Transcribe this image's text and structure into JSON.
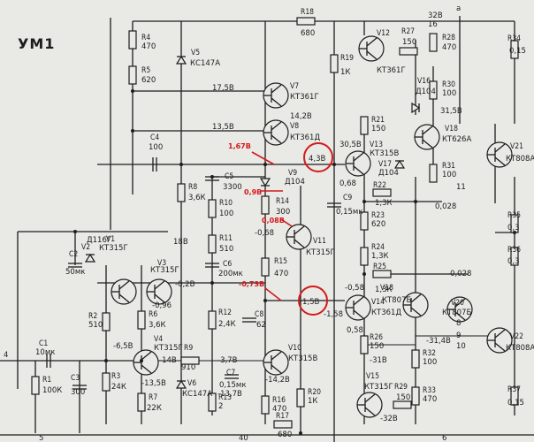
{
  "title": "УМ1",
  "colors": {
    "ink": "#1d1d1d",
    "annotation": "#d21b1b",
    "paper": "#e9e9e6"
  },
  "transistors": [
    {
      "id": "V7",
      "type": "КТ361Г"
    },
    {
      "id": "V8",
      "type": "КТ361Д"
    },
    {
      "id": "V11",
      "type": "КТ315Г"
    },
    {
      "id": "V12",
      "type": "КТ361Г"
    },
    {
      "id": "V13",
      "type": "КТ315В"
    },
    {
      "id": "V14",
      "type": "КТ361Д"
    },
    {
      "id": "V18",
      "type": "КТ626А"
    },
    {
      "id": "V19",
      "type": "КТ807Б"
    },
    {
      "id": "V20",
      "type": "КТ807Б"
    },
    {
      "id": "V21",
      "type": "КТ808А"
    },
    {
      "id": "V22",
      "type": "КТ808А"
    },
    {
      "id": "V1",
      "type": "КТ315Г"
    },
    {
      "id": "V3",
      "type": "КТ315Г"
    },
    {
      "id": "V4",
      "type": "КТ315Г"
    },
    {
      "id": "V10",
      "type": "КТ315В"
    },
    {
      "id": "V15",
      "type": "КТ315Г"
    }
  ],
  "diodes": [
    {
      "id": "V5",
      "type": "КС147А"
    },
    {
      "id": "V6",
      "type": "КС147А"
    },
    {
      "id": "V9",
      "type": "Д104"
    },
    {
      "id": "V16",
      "type": "Д104"
    },
    {
      "id": "V17",
      "type": "Д104"
    },
    {
      "id": "V2",
      "type": "Д116Г"
    }
  ],
  "resistors": [
    {
      "id": "R4",
      "value": "470"
    },
    {
      "id": "R5",
      "value": "620"
    },
    {
      "id": "R18",
      "value": "680"
    },
    {
      "id": "R19",
      "value": "1К"
    },
    {
      "id": "R27",
      "value": "150"
    },
    {
      "id": "R28",
      "value": "470"
    },
    {
      "id": "R34",
      "value": "0,15"
    },
    {
      "id": "R30",
      "value": "100"
    },
    {
      "id": "R31",
      "value": "100"
    },
    {
      "id": "R21",
      "value": "150"
    },
    {
      "id": "R22",
      "value": "1,3К"
    },
    {
      "id": "R23",
      "value": "620"
    },
    {
      "id": "R24",
      "value": "1,3К"
    },
    {
      "id": "R25",
      "value": "1,3К"
    },
    {
      "id": "R26",
      "value": "150"
    },
    {
      "id": "R32",
      "value": "100"
    },
    {
      "id": "R33",
      "value": "470"
    },
    {
      "id": "R35",
      "value": "0,3"
    },
    {
      "id": "R36",
      "value": "0,3"
    },
    {
      "id": "R37",
      "value": "0,15"
    },
    {
      "id": "R8",
      "value": "3,6К"
    },
    {
      "id": "R10",
      "value": "100"
    },
    {
      "id": "R11",
      "value": "510"
    },
    {
      "id": "R14",
      "value": "300"
    },
    {
      "id": "R15",
      "value": "470"
    },
    {
      "id": "R1",
      "value": "100К"
    },
    {
      "id": "R2",
      "value": "510"
    },
    {
      "id": "R3",
      "value": "24К"
    },
    {
      "id": "R6",
      "value": "3,6К"
    },
    {
      "id": "R7",
      "value": "22К"
    },
    {
      "id": "R9",
      "value": "910"
    },
    {
      "id": "R12",
      "value": "2,4К"
    },
    {
      "id": "R13",
      "value": "2"
    },
    {
      "id": "R16",
      "value": "470"
    },
    {
      "id": "R17",
      "value": "680"
    },
    {
      "id": "R20",
      "value": "1К"
    },
    {
      "id": "R29",
      "value": "150"
    }
  ],
  "capacitors": [
    {
      "id": "C4",
      "value": "100"
    },
    {
      "id": "C5",
      "value": "3300"
    },
    {
      "id": "C6",
      "value": "200мк"
    },
    {
      "id": "C8",
      "value": "62"
    },
    {
      "id": "C9",
      "value": "0,15мк"
    },
    {
      "id": "C2",
      "value": "50мк"
    },
    {
      "id": "C1",
      "value": "10мк"
    },
    {
      "id": "C3",
      "value": "300"
    },
    {
      "id": "C7",
      "value": "0,15мк"
    }
  ],
  "voltages": [
    "17,5В",
    "14,2В",
    "13,5В",
    "32В",
    "30,5В",
    "31,5В",
    "0,68",
    "0,028",
    "-0,68",
    "-0,2В",
    "18В",
    "-0,96",
    "-6,5В",
    "-14В",
    "-13,5В",
    "-3,7В",
    "-13,7В",
    "-14,2В",
    "-0,58",
    "-31,4В",
    "-32В",
    "-31В",
    "-0,028",
    "0,58",
    "-1,58"
  ],
  "annotations": [
    "1,67В",
    "0,9В",
    "0,08В",
    "-0,73В"
  ],
  "circled": [
    "4,3В",
    "1,5В"
  ],
  "pins": [
    "4",
    "5",
    "16",
    "6",
    "40",
    "9",
    "8",
    "10",
    "11",
    "а"
  ]
}
